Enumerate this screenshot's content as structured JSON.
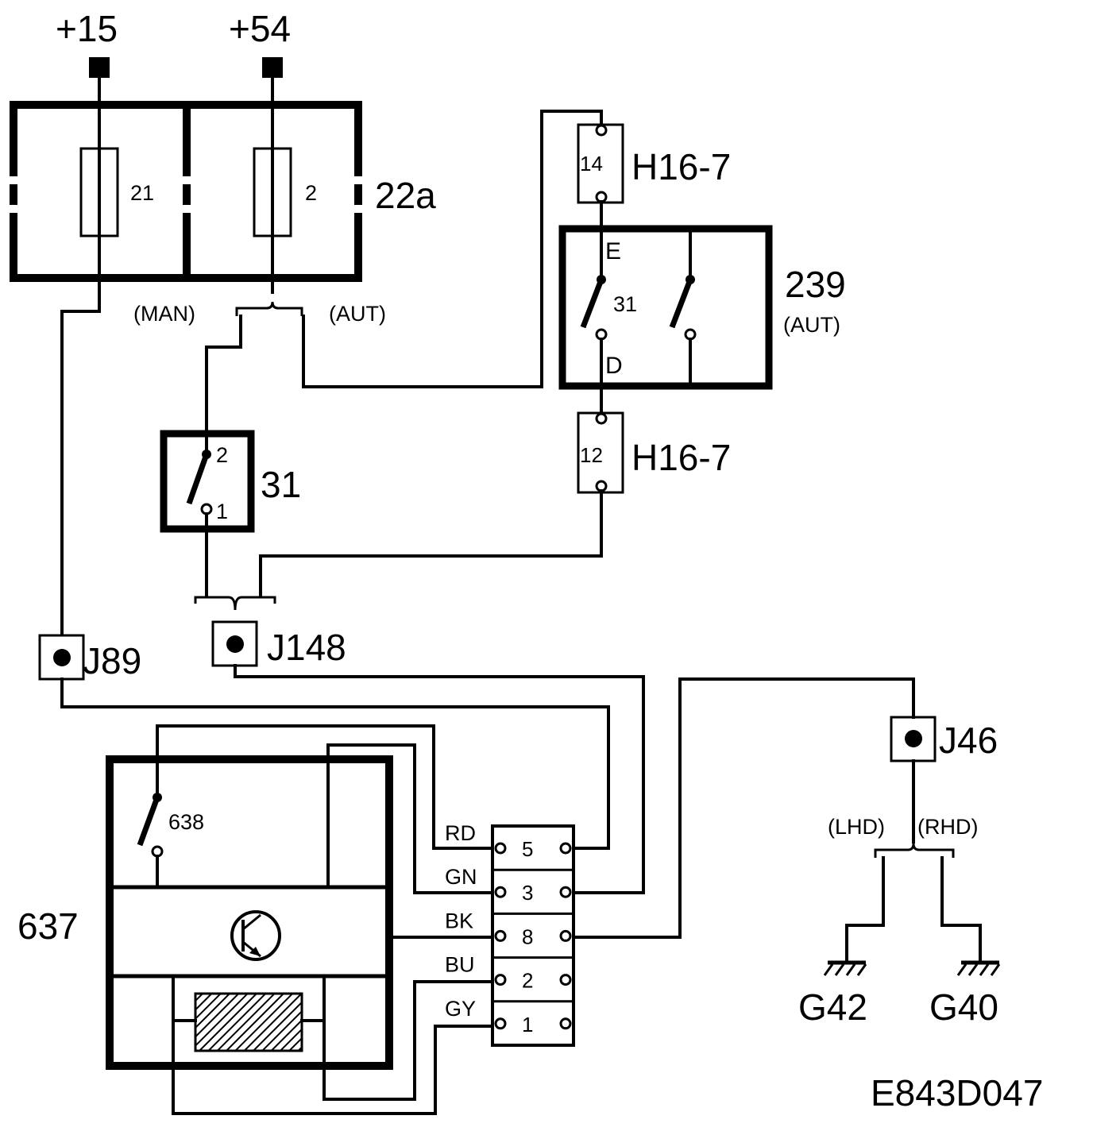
{
  "supply": {
    "plus15": "+15",
    "plus54": "+54"
  },
  "fuse_box": {
    "label": "22a",
    "fuse_a": "21",
    "fuse_b": "2"
  },
  "variants": {
    "man": "(MAN)",
    "aut": "(AUT)",
    "lhd": "(LHD)",
    "rhd": "(RHD)"
  },
  "connector_h16_top": {
    "label": "H16-7",
    "pin": "14"
  },
  "connector_h16_bottom": {
    "label": "H16-7",
    "pin": "12"
  },
  "relay_239": {
    "label": "239",
    "variant": "(AUT)",
    "pin_e": "E",
    "pin_d": "D",
    "pin_31": "31"
  },
  "switch_31": {
    "label": "31",
    "pin2": "2",
    "pin1": "1"
  },
  "junctions": {
    "j89": "J89",
    "j148": "J148",
    "j46": "J46"
  },
  "module_637": {
    "label": "637",
    "inner_switch": "638"
  },
  "connector_pins": [
    {
      "wire": "RD",
      "pin": "5"
    },
    {
      "wire": "GN",
      "pin": "3"
    },
    {
      "wire": "BK",
      "pin": "8"
    },
    {
      "wire": "BU",
      "pin": "2"
    },
    {
      "wire": "GY",
      "pin": "1"
    }
  ],
  "grounds": {
    "g42": "G42",
    "g40": "G40"
  },
  "diagram_code": "E843D047"
}
